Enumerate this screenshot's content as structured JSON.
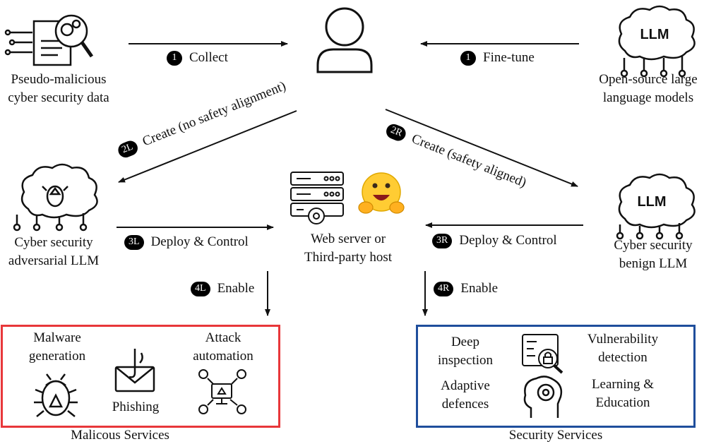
{
  "nodes": {
    "pseudo_data": {
      "line1": "Pseudo-malicious",
      "line2": "cyber security data"
    },
    "open_llm": {
      "line1": "Open-source large",
      "line2": "language models",
      "icon_text": "LLM"
    },
    "adversarial_llm": {
      "line1": "Cyber security",
      "line2": "adversarial LLM"
    },
    "benign_llm": {
      "line1": "Cyber security",
      "line2": "benign LLM",
      "icon_text": "LLM"
    },
    "host": {
      "line1": "Web server or",
      "line2": "Third-party host"
    }
  },
  "edges": {
    "collect": {
      "step": "1",
      "label": "Collect"
    },
    "finetune": {
      "step": "1",
      "label": "Fine-tune"
    },
    "create_left": {
      "step": "2L",
      "label": "Create (no safety alignment)"
    },
    "create_right": {
      "step": "2R",
      "label": "Create (safety aligned)"
    },
    "deploy_left": {
      "step": "3L",
      "label": "Deploy & Control"
    },
    "deploy_right": {
      "step": "3R",
      "label": "Deploy & Control"
    },
    "enable_left": {
      "step": "4L",
      "label": "Enable"
    },
    "enable_right": {
      "step": "4R",
      "label": "Enable"
    }
  },
  "malicious": {
    "title": "Malicous Services",
    "malware": {
      "line1": "Malware",
      "line2": "generation"
    },
    "phishing": "Phishing",
    "attack": {
      "line1": "Attack",
      "line2": "automation"
    }
  },
  "security": {
    "title": "Security Services",
    "deep": {
      "line1": "Deep",
      "line2": "inspection"
    },
    "vuln": {
      "line1": "Vulnerability",
      "line2": "detection"
    },
    "adaptive": {
      "line1": "Adaptive",
      "line2": "defences"
    },
    "learning": {
      "line1": "Learning &",
      "line2": "Education"
    }
  },
  "colors": {
    "malicious_border": "#e8373a",
    "security_border": "#1f4e9c",
    "hug_face": "#ffcc33"
  }
}
